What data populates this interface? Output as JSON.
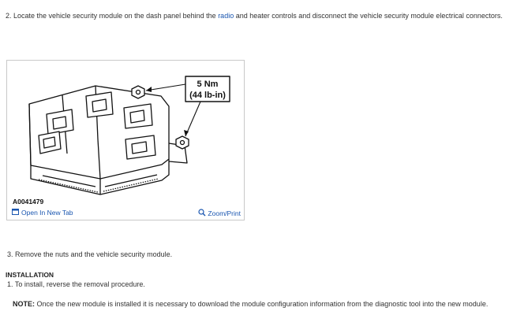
{
  "step2": {
    "before": "2. Locate the vehicle security module on the dash panel behind the ",
    "link": "radio",
    "after": " and heater controls and disconnect the vehicle security module electrical connectors."
  },
  "figure": {
    "torque_nm": "5 Nm",
    "torque_lbin": "(44 lb-in)",
    "code": "A0041479",
    "open_tab_label": "Open In New Tab",
    "zoom_label": "Zoom/Print"
  },
  "step3": "3. Remove the nuts and the vehicle security module.",
  "installation": {
    "heading": "INSTALLATION",
    "step1": "1. To install, reverse the removal procedure."
  },
  "note": {
    "label": "NOTE:",
    "text": " Once the new module is installed it is necessary to download the module configuration information from the diagnostic tool into the new module."
  }
}
